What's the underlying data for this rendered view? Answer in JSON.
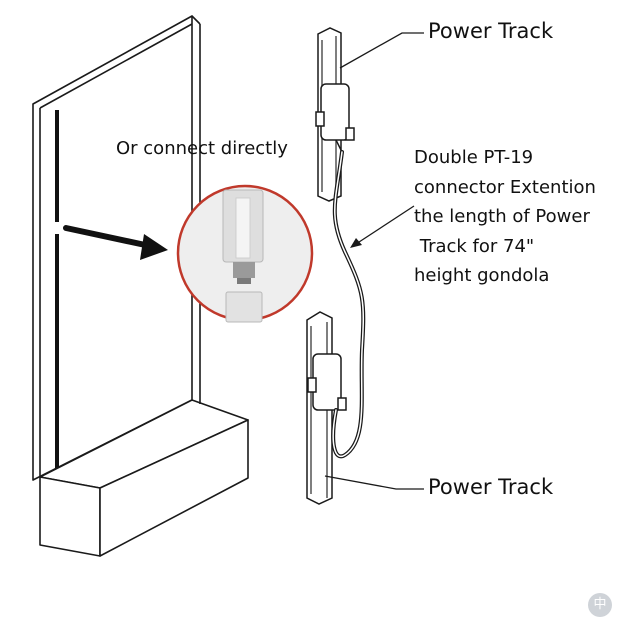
{
  "labels": {
    "power_track_top": "Power Track",
    "power_track_bottom": "Power Track",
    "connect_directly": "Or connect directly",
    "description_lines": [
      "Double PT-19",
      "connector Extention",
      "the length of Power",
      " Track for 74\"",
      "height gondola"
    ]
  },
  "badge": {
    "glyph": "中"
  },
  "colors": {
    "line": "#1a1a1a",
    "track": "#3a3a3a",
    "circle_border": "#c0392b",
    "circle_fill": "#eeeeee",
    "background": "#ffffff"
  }
}
